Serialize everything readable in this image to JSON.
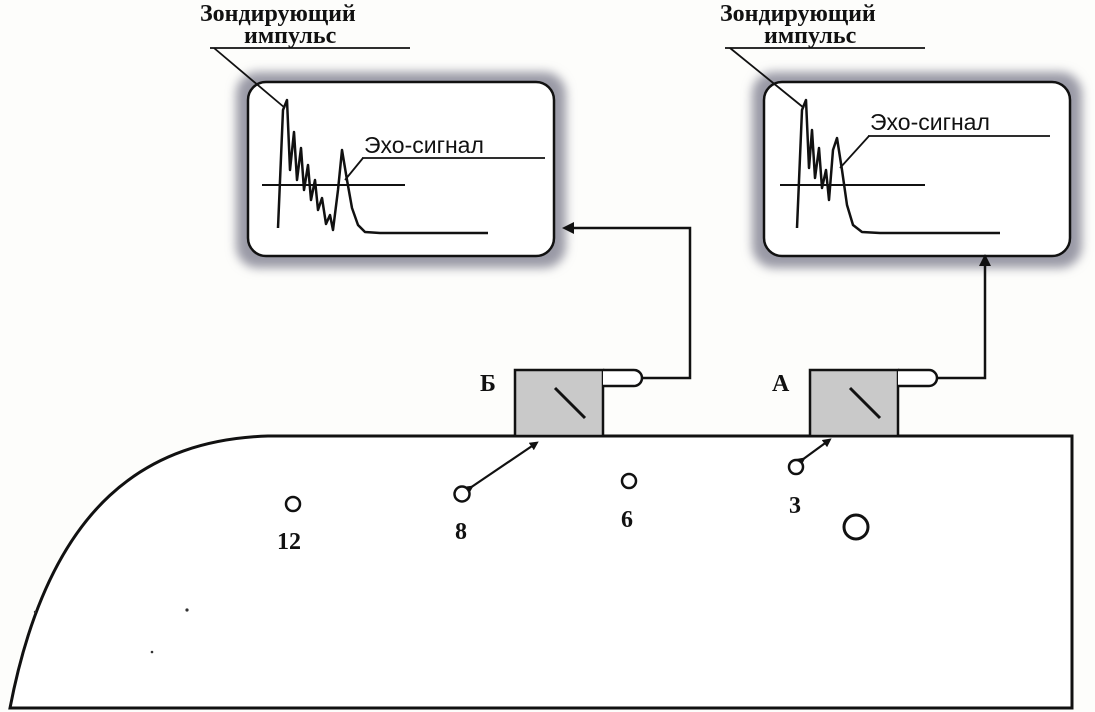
{
  "left_screen": {
    "pulse_label_line1": "Зондирующий",
    "pulse_label_line2": "импульс",
    "echo_label": "Эхо-сигнал"
  },
  "right_screen": {
    "pulse_label_line1": "Зондирующий",
    "pulse_label_line2": "импульс",
    "echo_label": "Эхо-сигнал"
  },
  "probes": {
    "left": "Б",
    "right": "А"
  },
  "defects": [
    "12",
    "8",
    "6",
    "3"
  ],
  "colors": {
    "ink": "#111111",
    "probe_fill": "#c9c9c9",
    "screen_shadow": "#9a9aa6",
    "background": "#fdfdfb"
  }
}
